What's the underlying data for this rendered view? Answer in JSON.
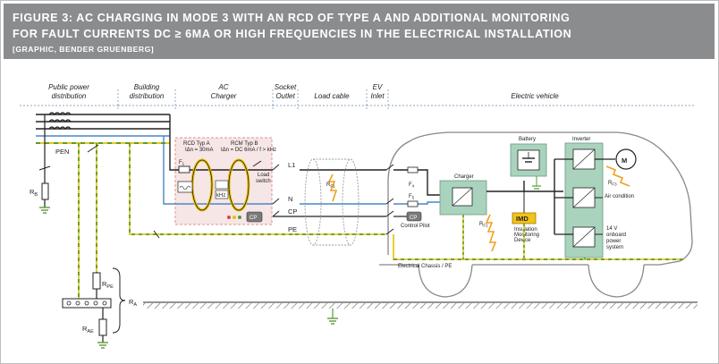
{
  "header": {
    "line1": "FIGURE 3:  AC CHARGING IN MODE 3 WITH AN RCD OF TYPE A AND ADDITIONAL MONITORING",
    "line2": "FOR FAULT CURRENTS DC ≥ 6MA OR HIGH FREQUENCIES IN THE ELECTRICAL INSTALLATION",
    "credit": "[GRAPHIC, BENDER GRUENBERG]"
  },
  "sections": {
    "public_power_1": "Public power",
    "public_power_2": "distribution",
    "building_1": "Building",
    "building_2": "distribution",
    "ac_1": "AC",
    "ac_2": "Charger",
    "socket_1": "Socket",
    "socket_2": "Outlet",
    "load_cable": "Load cable",
    "ev_1": "EV",
    "ev_2": "Inlet",
    "electric_vehicle": "Electric vehicle"
  },
  "labels": {
    "pen": "PEN",
    "rb": "R",
    "rb_sub": "B",
    "rcd_a": "RCD Typ A",
    "rcd_a_spec": "IΔn = 30mA",
    "rcm_b": "RCM Typ B",
    "rcm_b_spec": "IΔn = DC 6mA / f > kHz",
    "f1": "F",
    "f1_sub": "1",
    "load_switch_1": "Load",
    "load_switch_2": "switch",
    "khz": "kHz",
    "cp_box": "CP",
    "l1": "L1",
    "n": "N",
    "cp": "CP",
    "pe": "PE",
    "rf1": "R",
    "rf1_sub": "F1",
    "f4": "F",
    "f4_sub": "4",
    "f5": "F",
    "f5_sub": "5",
    "cp_vehicle": "CP",
    "control_pilot": "Control Pilot",
    "charger": "Charger",
    "battery": "Battery",
    "inverter": "Inverter",
    "motor": "M",
    "rf2": "R",
    "rf2_sub": "F2",
    "rf3": "R",
    "rf3_sub": "F3",
    "imd": "IMD",
    "imd_desc_1": "Insulation",
    "imd_desc_2": "Monitoring",
    "imd_desc_3": "Device",
    "air_condition": "Air condition",
    "onboard_1": "14 V",
    "onboard_2": "onboard",
    "onboard_3": "power",
    "onboard_4": "system",
    "chassis": "Electrical Chassis / PE",
    "rpe": "R",
    "rpe_sub": "PE",
    "ra": "R",
    "ra_sub": "A",
    "rae": "R",
    "rae_sub": "AE"
  },
  "colors": {
    "header_bg": "#8a8c8e",
    "phase": "#222222",
    "neutral": "#4a86c5",
    "earth_yellow": "#e8c81a",
    "earth_green": "#5a9a3a",
    "module_green": "#a9d3bd",
    "fault_orange": "#f0a020",
    "rcd_ellipse": "#e8c000",
    "charger_box_red": "#e09090"
  }
}
